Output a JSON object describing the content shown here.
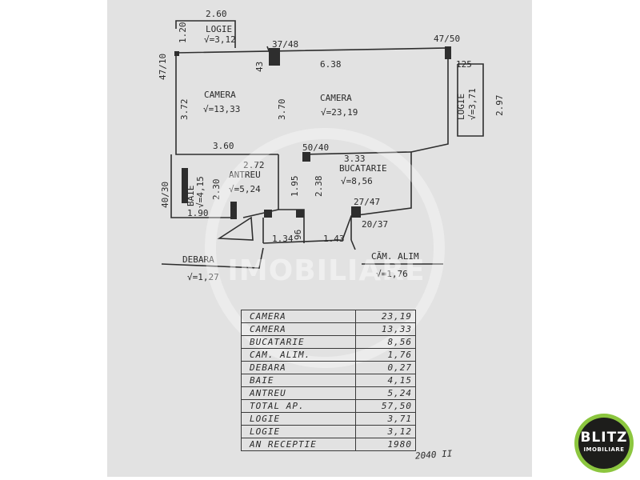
{
  "floor_plan": {
    "rooms": [
      {
        "key": "camera_small",
        "name": "CAMERA",
        "area_label": "√=13,33"
      },
      {
        "key": "camera_large",
        "name": "CAMERA",
        "area_label": "√=23,19"
      },
      {
        "key": "logie_top",
        "name": "LOGIE",
        "area_label": "√=3,12"
      },
      {
        "key": "logie_right",
        "name": "LOGIE",
        "area_label": "√=3,71"
      },
      {
        "key": "antreu",
        "name": "ANTREU",
        "area_label": "√=5,24"
      },
      {
        "key": "bucatarie",
        "name": "BUCATARIE",
        "area_label": "√=8,56"
      },
      {
        "key": "baie",
        "name": "BAIE",
        "area_label": "√=4,15"
      },
      {
        "key": "debara",
        "name": "DEBARA",
        "area_label": "√=1,27"
      },
      {
        "key": "cam_alim",
        "name": "CĂM. ALIM",
        "area_label": "√=1,76"
      }
    ],
    "dimensions": {
      "d_2_60": "2.60",
      "d_1_20": "1.20",
      "d_3_72": "3.72",
      "d_3_60": "3.60",
      "d_3_70": "3.70",
      "d_6_38": "6.38",
      "d_1_25": "125",
      "d_2_97": "2.97",
      "d_2_72": "2.72",
      "d_3_33": "3.33",
      "d_2_30": "2.30",
      "d_1_90": "1.90",
      "d_1_95": "1.95",
      "d_2_38": "2.38",
      "d_1_34": "1.34",
      "d_0_96": "96",
      "d_1_43": "1.43"
    },
    "openings": {
      "o_47_10": "47/10",
      "o_37_48": "37/48",
      "o_47_50": "47/50",
      "o_v43": "43",
      "o_50_40": "50/40",
      "o_40_30": "40/30",
      "o_27_47": "27/47",
      "o_20_37": "20/37",
      "o_20": "20"
    }
  },
  "area_table": {
    "rows": [
      {
        "label": "CAMERA",
        "value": "23,19"
      },
      {
        "label": "CAMERA",
        "value": "13,33"
      },
      {
        "label": "BUCATARIE",
        "value": "8,56"
      },
      {
        "label": "CAM. ALIM.",
        "value": "1,76"
      },
      {
        "label": "DEBARA",
        "value": "0,27"
      },
      {
        "label": "BAIE",
        "value": "4,15"
      },
      {
        "label": "ANTREU",
        "value": "5,24"
      },
      {
        "label": "TOTAL AP.",
        "value": "57,50"
      },
      {
        "label": "LOGIE",
        "value": "3,71"
      },
      {
        "label": "LOGIE",
        "value": "3,12"
      },
      {
        "label": "AN RECEPTIE",
        "value": "1980"
      }
    ],
    "signature": "2040 II"
  },
  "watermark": {
    "text": "IMOBILIARE"
  },
  "logo": {
    "brand": "BLITZ",
    "tagline": "IMOBILIARE",
    "ring_color": "#8cc63f",
    "core_color": "#1d1d1b"
  }
}
